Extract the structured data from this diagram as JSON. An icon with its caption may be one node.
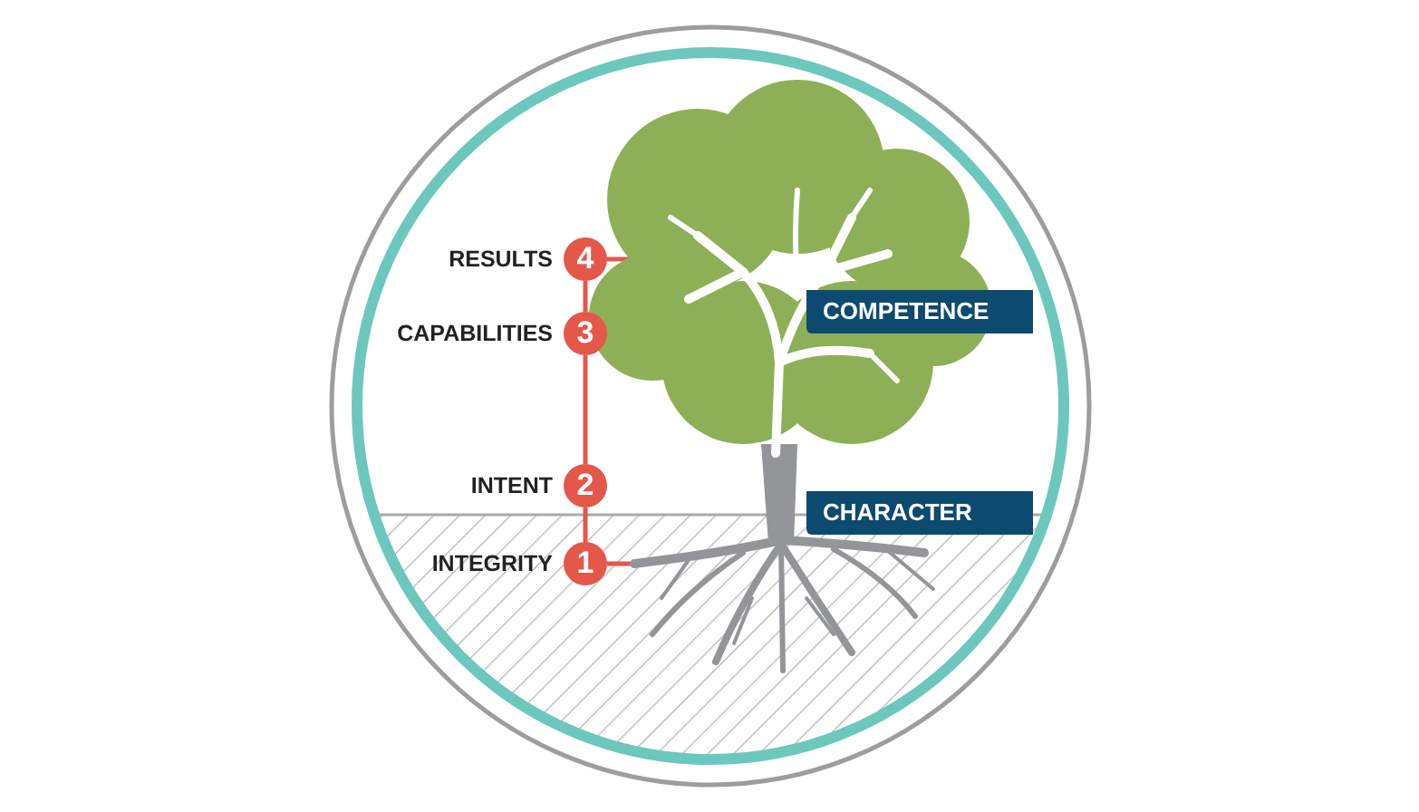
{
  "diagram": {
    "nodes": [
      {
        "text": [
          "4"
        ],
        "beside": [
          "RESULTS"
        ]
      },
      {
        "text": [
          "3"
        ],
        "beside": [
          "CAPABILITIES"
        ]
      },
      {
        "text": [
          "2"
        ],
        "beside": [
          "INTENT"
        ]
      },
      {
        "text": [
          "1"
        ],
        "beside": [
          "INTEGRITY"
        ]
      },
      {
        "text": [
          "COMPETENCE"
        ]
      },
      {
        "text": [
          "CHARACTER"
        ]
      },
      {
        "text": [],
        "shape": "picture"
      },
      {
        "text": [],
        "shape": "picture"
      }
    ],
    "edges": [
      {
        "from": 0,
        "to": 1,
        "arrow": "none"
      },
      {
        "from": 1,
        "to": 2,
        "arrow": "none"
      },
      {
        "from": 2,
        "to": 3,
        "arrow": "none"
      },
      {
        "from": 0,
        "to": 6,
        "arrow": "none"
      },
      {
        "from": 3,
        "to": 7,
        "arrow": "none"
      }
    ]
  }
}
